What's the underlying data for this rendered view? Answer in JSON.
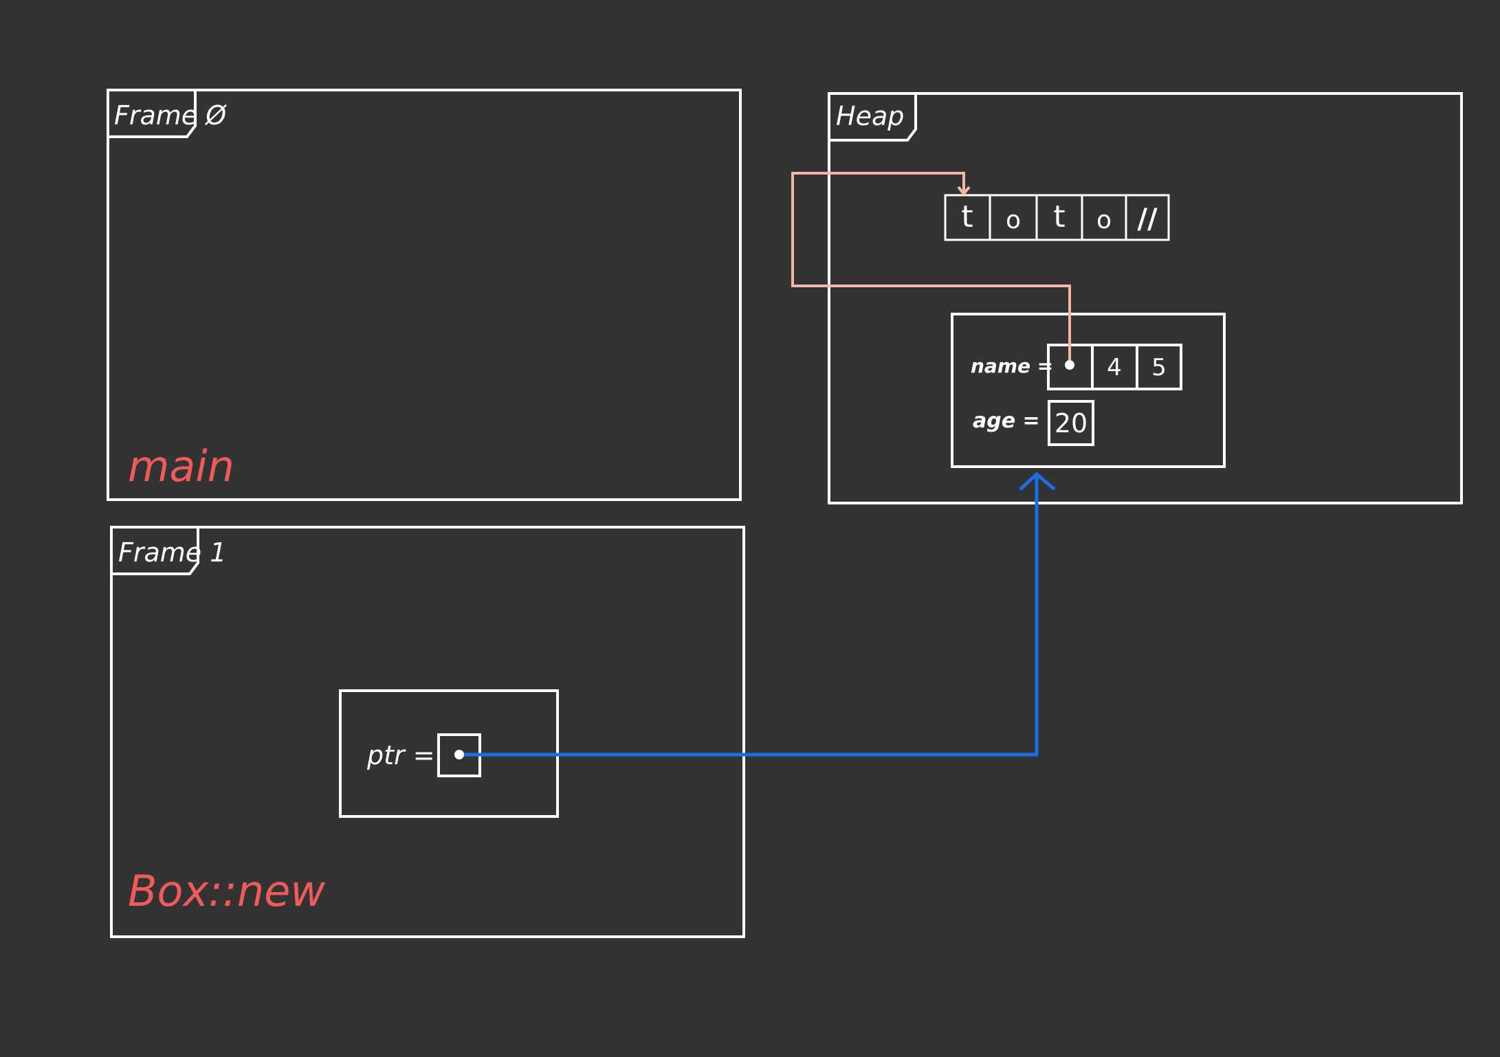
{
  "colors": {
    "background": "#333333",
    "stroke": "#ffffff",
    "label_red": "#f05a5a",
    "pointer_blue": "#1a6fe8",
    "pointer_salmon": "#f2b8a6"
  },
  "frames": {
    "frame0": {
      "tab_label": "Frame Ø",
      "name": "main"
    },
    "frame1": {
      "tab_label": "Frame 1",
      "name": "Box::new"
    },
    "heap": {
      "tab_label": "Heap"
    }
  },
  "string_buffer": {
    "cells": [
      "t",
      "o",
      "t",
      "o",
      "//"
    ]
  },
  "struct": {
    "name_label": "name =",
    "name_len": "4",
    "name_cap": "5",
    "age_label": "age =",
    "age_value": "20"
  },
  "pointer": {
    "label": "ptr ="
  }
}
